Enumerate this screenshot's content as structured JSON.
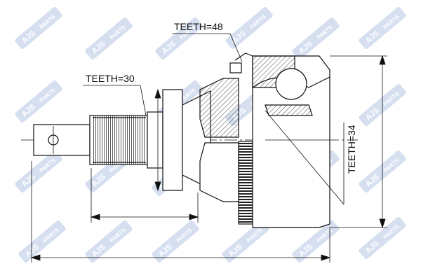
{
  "labels": {
    "teeth_outer": "TEETH=48",
    "teeth_shaft": "TEETH=30",
    "teeth_inner": "TEETH=34"
  },
  "watermark": {
    "brand": "AJS",
    "suffix": "PARTS",
    "color": "#d6dff0"
  },
  "colors": {
    "line": "#111111",
    "hatch": "#444444",
    "paper": "#ffffff"
  }
}
